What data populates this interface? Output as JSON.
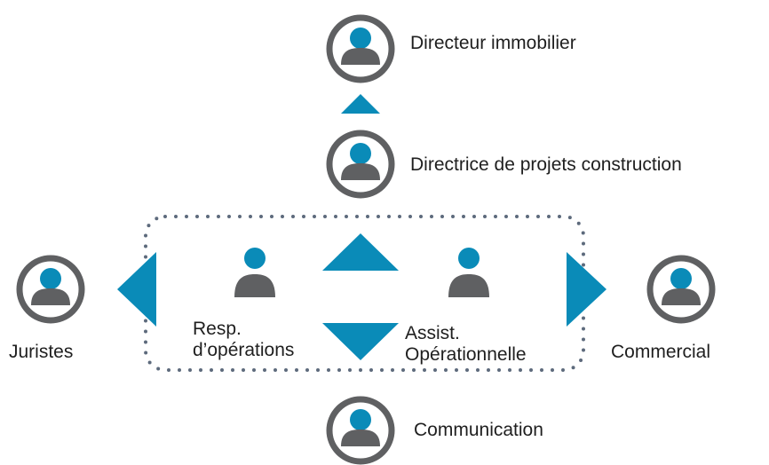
{
  "colors": {
    "accent": "#0a8bb8",
    "person_body": "#5f6062",
    "ring": "#5f6062",
    "dots": "#5d6a7c",
    "text": "#1f1f1f"
  },
  "roles": {
    "top": "Directeur immobilier",
    "upper": "Directrice de projets construction",
    "left": "Juristes",
    "right": "Commercial",
    "bottom": "Communication",
    "team_left": "Resp.\nd’opérations",
    "team_right": "Assist.\nOpérationnelle"
  },
  "icons": {
    "person": "person-icon",
    "arrow_up": "triangle-up-icon",
    "arrow_down": "triangle-down-icon",
    "arrow_left": "triangle-left-icon",
    "arrow_right": "triangle-right-icon"
  }
}
